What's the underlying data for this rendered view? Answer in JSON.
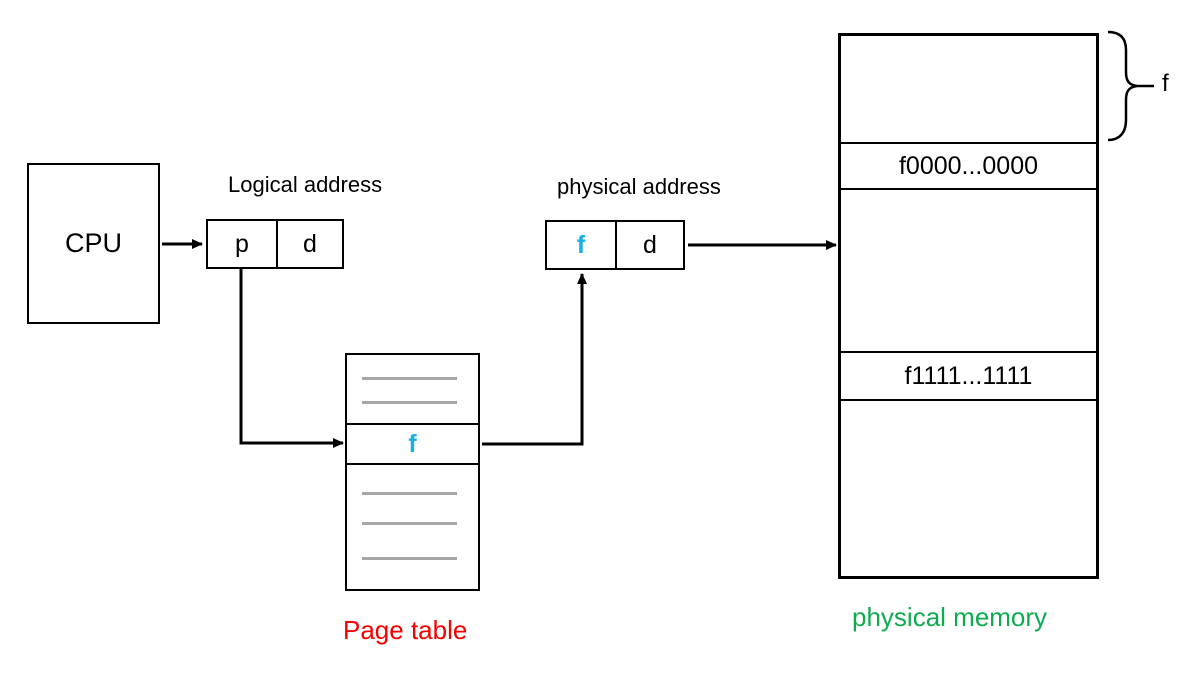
{
  "diagram": {
    "cpu": {
      "label": "CPU"
    },
    "logical_address": {
      "title": "Logical address",
      "page_field": "p",
      "offset_field": "d"
    },
    "physical_address": {
      "title": "physical address",
      "frame_field": "f",
      "offset_field": "d"
    },
    "page_table": {
      "title": "Page table",
      "highlighted_entry": "f",
      "empty_entry_lines_above": 2,
      "empty_entry_lines_below": 3
    },
    "physical_memory": {
      "title": "physical memory",
      "frame_brace_label": "f",
      "frame_start_address": "f0000...0000",
      "frame_end_address": "f1111...1111"
    },
    "colors": {
      "highlight_cyan": "#18aee9",
      "page_table_title_red": "#f40000",
      "physical_memory_title_green": "#0eab4f",
      "entry_line_gray": "#a6a6a6",
      "line_black": "#000000"
    }
  }
}
